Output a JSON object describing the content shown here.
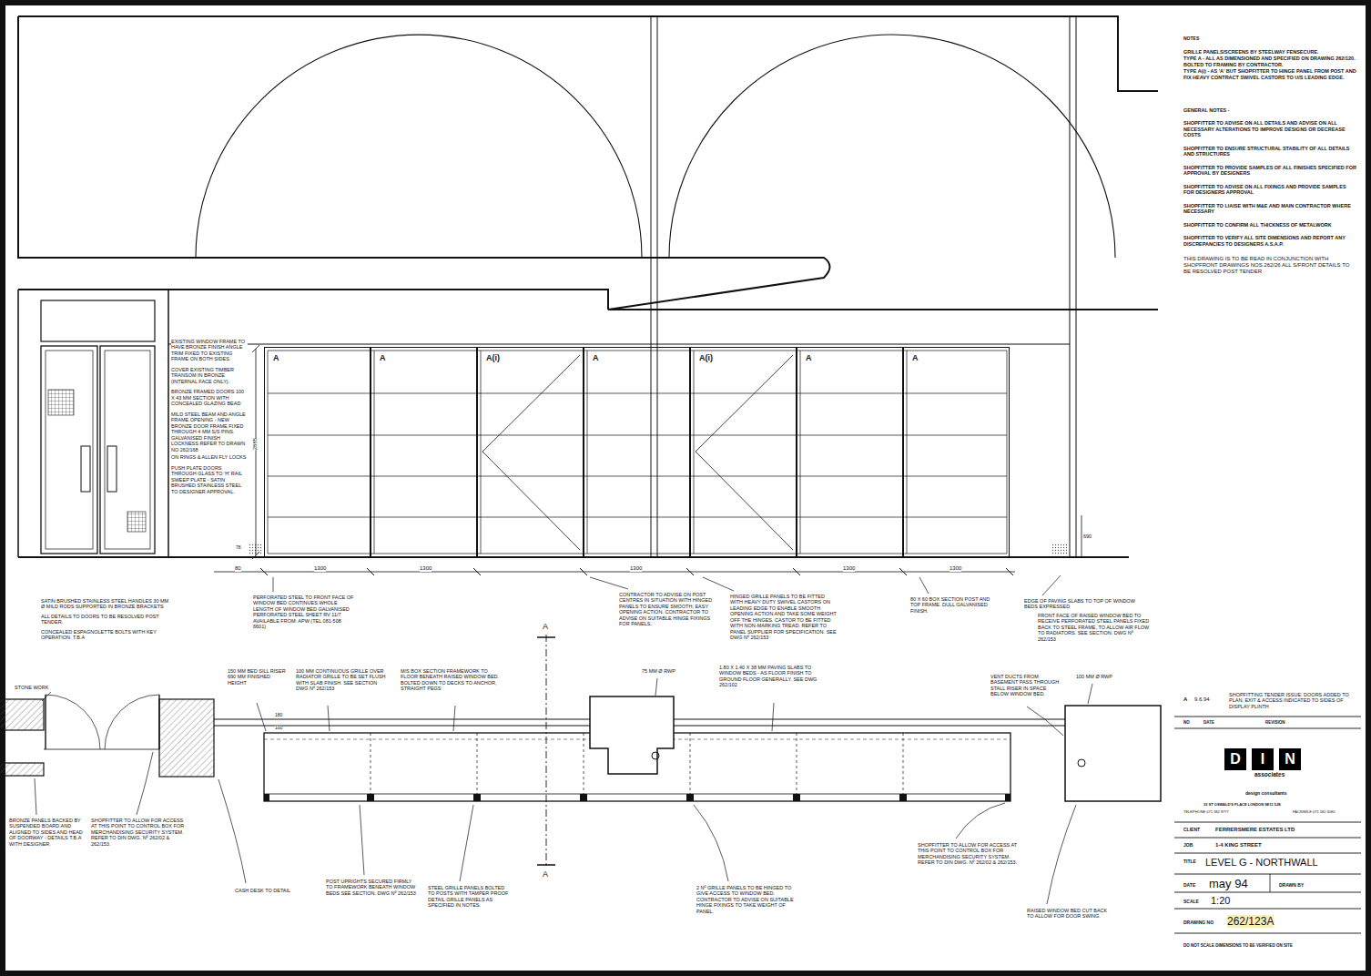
{
  "diagram": {
    "nodes": [
      {
        "text": [
          "A"
        ]
      },
      {
        "text": [
          "A"
        ]
      },
      {
        "text": [
          "A(i)"
        ]
      },
      {
        "text": [
          "A"
        ]
      },
      {
        "text": [
          "A(i)"
        ]
      },
      {
        "text": [
          "A"
        ]
      },
      {
        "text": [
          "A"
        ]
      },
      {
        "text": [
          "D"
        ]
      },
      {
        "text": [
          "I"
        ]
      },
      {
        "text": [
          "N"
        ]
      }
    ],
    "labels": [
      "NOTES",
      "GRILLE PANELS/SCREENS BY STEELWAY FENSECURE.",
      "TYPE A - ALL AS DIMENSIONED AND SPECIFIED ON DRAWING 262/120. BOLTED TO FRAMING BY CONTRACTOR.",
      "TYPE A(i) - AS 'A' BUT SHOPFITTER TO HINGE PANEL FROM POST AND FIX HEAVY CONTRACT SWIVEL CASTORS TO U/S LEADING EDGE.",
      "GENERAL NOTES -",
      "SHOPFITTER TO ADVISE ON ALL DETAILS AND ADVISE ON ALL NECESSARY ALTERATIONS TO IMPROVE DESIGNS OR DECREASE COSTS",
      "SHOPFITTER TO ENSURE STRUCTURAL STABILITY OF ALL DETAILS AND STRUCTURES",
      "SHOPFITTER TO PROVIDE SAMPLES OF ALL FINISHES SPECIFIED FOR APPROVAL BY DESIGNERS",
      "SHOPFITTER TO ADVISE ON ALL FIXINGS AND PROVIDE SAMPLES FOR DESIGNERS APPROVAL",
      "SHOPFITTER TO LIAISE WITH M&E AND MAIN CONTRACTOR WHERE NECESSARY",
      "SHOPFITTER TO CONFIRM ALL THICKNESS OF METALWORK",
      "SHOPFITTER TO VERIFY ALL SITE DIMENSIONS AND REPORT ANY DISCREPANCIES TO DESIGNERS A.S.A.P.",
      "THIS DRAWING IS TO BE READ IN CONJUNCTION WITH SHOPFRONT DRAWINGS NOS 262/26 ALL S/FRONT DETAILS TO BE RESOLVED POST TENDER",
      "EXISTING WINDOW FRAME TO HAVE BRONZE FINISH ANGLE TRIM FIXED TO EXISTING FRAME ON BOTH SIDES.",
      "COVER EXISTING TIMBER TRANSOM IN BRONZE (INTERNAL FACE ONLY).",
      "BRONZE FRAMED DOORS 100 X 43 MM SECTION WITH CONCEALED GLAZING BEAD",
      "MILD STEEL BEAM AND ANGLE FRAME OPENING - NEW BRONZE DOOR FRAME FIXED THROUGH 4 MM S/S PINS. GALVANISED FINISH LOCKNESS REFER TO DRAWN NO 262/168",
      "ON RINGS & ALLEN FLY LOCKS",
      "PUSH PLATE DOORS THROUGH GLASS TO 'H' RAIL SWEEP PLATE - SATIN BRUSHED STAINLESS STEEL TO DESIGNER APPROVAL.",
      "2885",
      "80",
      "1300",
      "1300",
      "1300",
      "1300",
      "1300",
      "78",
      "690",
      "SATIN BRUSHED STAINLESS STEEL HANDLES 30 MM Ø MILD RODS SUPPORTED IN BRONZE BRACKETS",
      "ALL DETAILS TO DOORS TO BE RESOLVED POST TENDER.",
      "CONCEALED ESPAGNOLETTE BOLTS WITH KEY OPERATION. T.B.A",
      "PERFORATED STEEL TO FRONT FACE OF WINDOW BED CONTINUES WHOLE LENGTH OF WINDOW BED GALVANISED PERFORATED STEEL SHEET RV 11/7 AVAILABLE FROM: APW (TEL 081-508 6601)",
      "CONTRACTOR TO ADVISE ON POST CENTRES IN SITUATION WITH HINGED PANELS TO ENSURE SMOOTH, EASY OPENING ACTION. CONTRACTOR TO ADVISE ON SUITABLE HINGE FIXINGS FOR PANELS.",
      "HINGED GRILLE PANELS TO BE FITTED WITH HEAVY DUTY SWIVEL CASTORS ON LEADING EDGE TO ENABLE SMOOTH OPENING ACTION AND TAKE SOME WEIGHT OFF THE HINGES. CASTOR TO BE FITTED WITH NON-MARKING TREAD. REFER TO PANEL SUPPLIER FOR SPECIFICATION. SEE DWG Nº 262/153",
      "80 X 60 BOX SECTION POST AND TOP FRAME. DULL GALVANISED FINISH.",
      "EDGE OF PAVING SLABS TO TOP OF WINDOW BEDS EXPRESSED",
      "FRONT FACE OF RAISED WINDOW BED TO RECEIVE PERFORATED STEEL PANELS FIXED BACK TO STEEL FRAME, TO ALLOW AIR FLOW TO RADIATORS. SEE SECTION. DWG Nº 262/153",
      "VENT DUCTS FROM BASEMENT PASS THROUGH STALL RISER IN SPACE BELOW WINDOW BED.",
      "100 MM Ø RWP",
      "150 MM BED SILL RISER 690 MM FINISHED HEIGHT",
      "100 MM CONTINUOUS GRILLE OVER RADIATOR GRILLE TO BE SET FLUSH WITH SLAB FINISH. SEE SECTION DWG Nº 262/153",
      "M/S BOX SECTION FRAMEWORK TO FLOOR BENEATH RAISED WINDOW BED. BOLTED DOWN TO DECKS TO ANCHOR, STRAIGHT PEGS",
      "75 MM Ø RWP",
      "1.80 X 1.40 X 38 MM PAVING SLABS TO WINDOW BEDS - AS FLOOR FINISH TO GROUND FLOOR GENERALLY. SEE DWG 262/102",
      "180",
      "100",
      "STONE WORK",
      "BRONZE PANELS BACKED BY SUSPENDED BOARD AND ALIGNED TO SIDES AND HEAD OF DOORWAY - DETAILS T.B.A WITH DESIGNER.",
      "SHOPFITTER TO ALLOW FOR ACCESS AT THIS POINT TO CONTROL BOX FOR MERCHANDISING SECURITY SYSTEM. REFER TO DIN DWG. Nº 262/02 & 262/153.",
      "CASH DESK TO DETAIL",
      "POST UPRIGHTS SECURED FIRMLY TO FRAMEWORK BENEATH WINDOW BEDS SEE SECTION. DWG Nº 262/153",
      "STEEL GRILLE PANELS BOLTED TO POSTS WITH TAMPER PROOF DETAIL GRILLE PANELS AS SPECIFIED IN NOTES.",
      "2 Nº GRILLE PANELS TO BE HINGED TO GIVE ACCESS TO WINDOW BED. CONTRACTOR TO ADVISE ON SUITABLE HINGE FIXINGS TO TAKE WEIGHT OF PANEL.",
      "SHOPFITTER TO ALLOW FOR ACCESS AT THIS POINT TO CONTROL BOX FOR MERCHANDISING SECURITY SYSTEM. REFER TO DIN DWG. Nº 262/02 & 262/153.",
      "RAISED WINDOW BED CUT BACK TO ALLOW FOR DOOR SWING.",
      "A",
      "A",
      "A",
      "9.6.94",
      "SHOPFITTING TENDER ISSUE. DOORS ADDED TO PLAN, EXIT & ACCESS INDICATED TO SIDES OF DISPLAY PLINTH",
      "NO",
      "DATE",
      "REVISION",
      "associates",
      "design consultants",
      "32 ST OSWALD'S PLACE LONDON SE11 5JE",
      "TELEPHONE 071 582 8777",
      "FACSIMILE 071 582 3080",
      "CLIENT",
      "FERRERSMERE ESTATES LTD",
      "JOB",
      "1-4 KING STREET",
      "TITLE",
      "LEVEL G - NORTHWALL",
      "DATE",
      "may 94",
      "DRAWN BY",
      "SCALE",
      "1:20",
      "DRAWING NO",
      "262/123A",
      "DO NOT SCALE DIMENSIONS TO BE VERIFIED ON SITE"
    ]
  }
}
